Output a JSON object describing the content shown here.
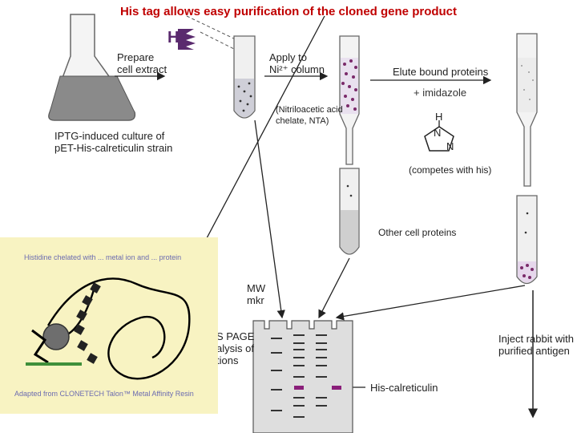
{
  "title": "His tag allows easy purification of the cloned gene product",
  "steps": {
    "prepare": "Prepare\ncell extract",
    "apply": "Apply to\nNi²⁺ column",
    "elute": "Elute bound proteins",
    "imidazole": "+ imidazole",
    "inject": "Inject rabbit with\npurified antigen"
  },
  "culture_caption": "IPTG-induced culture of\npET-His-calreticulin strain",
  "nta_note": "(Nitriloacetic acid\nchelate, NTA)",
  "competes_note": "(competes with his)",
  "other_proteins": "Other cell proteins",
  "gel": {
    "mw_label": "MW\nmkr",
    "sds_label": "S PAGE\nalysis of\ntions",
    "band_label": "His-calreticulin"
  },
  "imidazole_atoms": [
    "H",
    "N",
    "N"
  ],
  "his_tag_symbol": "H",
  "inset": {
    "caption_top": "Histidine chelated with ... metal ion and ... protein",
    "caption_bottom": "Adapted from CLONETECH Talon™ Metal Affinity Resin"
  },
  "colors": {
    "title": "#c00000",
    "inset_bg": "#f8f3c2",
    "purple": "#8a1f7a"
  }
}
